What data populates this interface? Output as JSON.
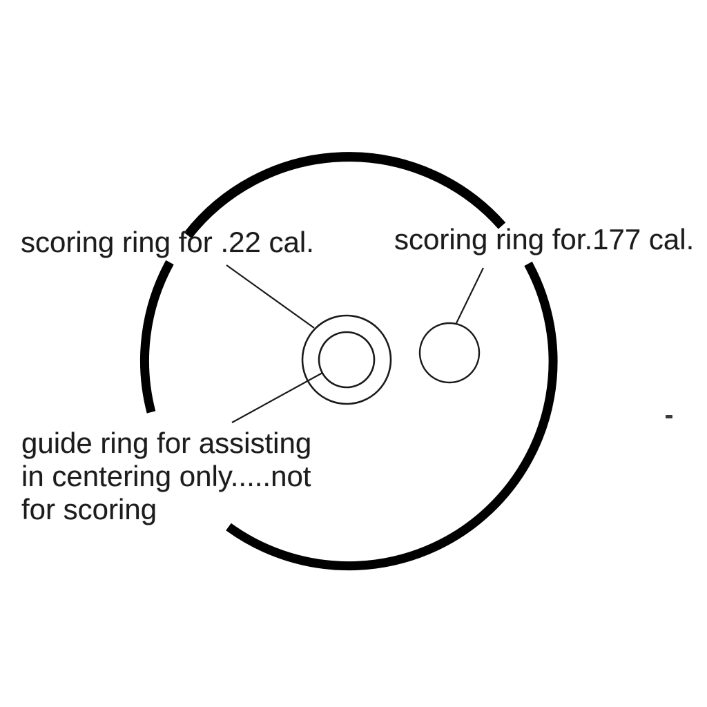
{
  "colors": {
    "background": "#ffffff",
    "ink": "#000000",
    "line": "#1a1a1a",
    "text": "#1c1c1c"
  },
  "labels": {
    "scoring_22": "scoring ring for .22 cal.",
    "scoring_177": "scoring ring for.177 cal.",
    "guide_lines": [
      "guide ring for assisting",
      "in centering only.....not",
      "for scoring"
    ]
  }
}
